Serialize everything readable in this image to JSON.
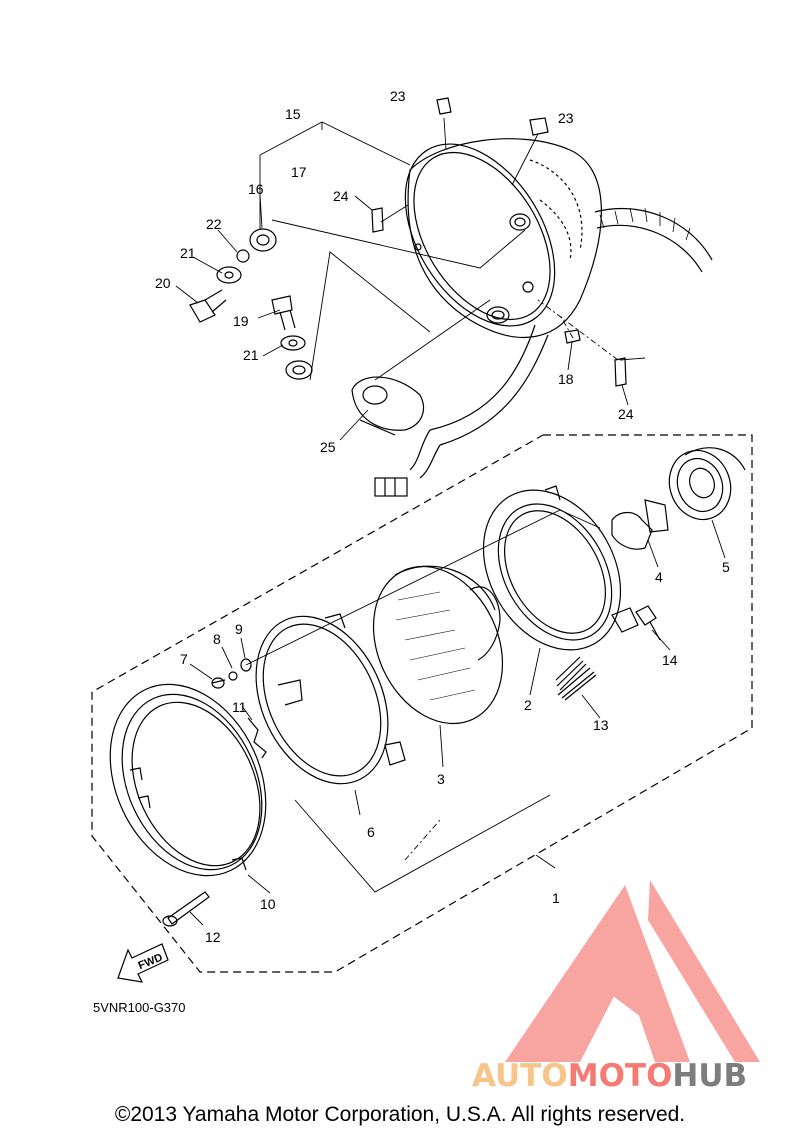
{
  "diagram": {
    "callouts": [
      {
        "id": "c1",
        "text": "1"
      },
      {
        "id": "c2",
        "text": "2"
      },
      {
        "id": "c3",
        "text": "3"
      },
      {
        "id": "c4",
        "text": "4"
      },
      {
        "id": "c5",
        "text": "5"
      },
      {
        "id": "c6",
        "text": "6"
      },
      {
        "id": "c7",
        "text": "7"
      },
      {
        "id": "c8",
        "text": "8"
      },
      {
        "id": "c9",
        "text": "9"
      },
      {
        "id": "c10",
        "text": "10"
      },
      {
        "id": "c11",
        "text": "11"
      },
      {
        "id": "c12",
        "text": "12"
      },
      {
        "id": "c13",
        "text": "13"
      },
      {
        "id": "c14",
        "text": "14"
      },
      {
        "id": "c15",
        "text": "15"
      },
      {
        "id": "c16",
        "text": "16"
      },
      {
        "id": "c17",
        "text": "17"
      },
      {
        "id": "c18",
        "text": "18"
      },
      {
        "id": "c19",
        "text": "19"
      },
      {
        "id": "c20",
        "text": "20"
      },
      {
        "id": "c21a",
        "text": "21"
      },
      {
        "id": "c21b",
        "text": "21"
      },
      {
        "id": "c22",
        "text": "22"
      },
      {
        "id": "c23a",
        "text": "23"
      },
      {
        "id": "c23b",
        "text": "23"
      },
      {
        "id": "c24a",
        "text": "24"
      },
      {
        "id": "c24b",
        "text": "24"
      },
      {
        "id": "c25",
        "text": "25"
      }
    ],
    "fwd_label": "FWD",
    "diagram_code": "5VNR100-G370"
  },
  "watermark": {
    "part1": "AUTO",
    "part2": "MOTO",
    "part3": "HUB",
    "colors": {
      "part1": "#f7c48a",
      "part2": "#f47a74",
      "part3": "#7d7d7d",
      "triangle": "#f79a96"
    }
  },
  "footer": {
    "copyright": "©2013 Yamaha Motor Corporation, U.S.A. All rights reserved."
  }
}
